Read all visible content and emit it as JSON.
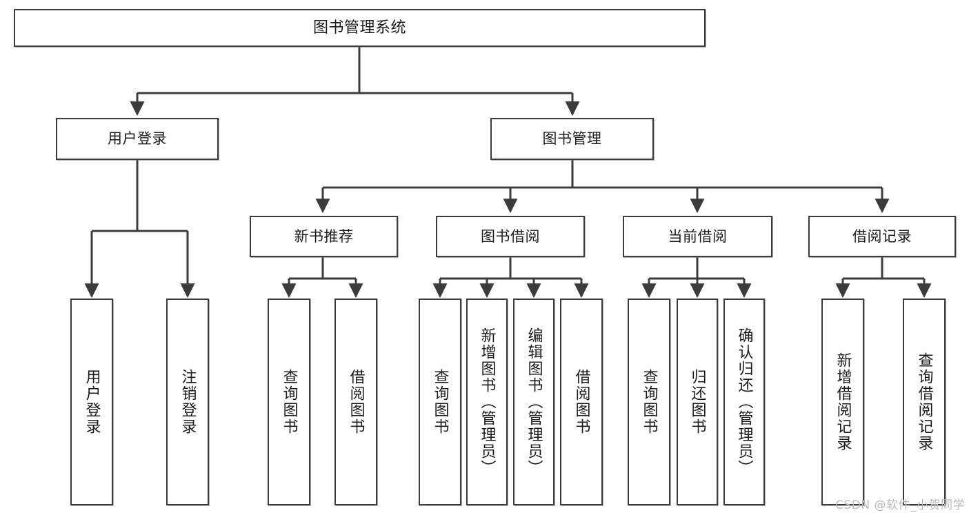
{
  "diagram": {
    "title": "图书管理系统",
    "type": "tree-hierarchy-chart",
    "watermark": "CSDN @软件_小贺同学",
    "stroke_color": "#3b3b3b",
    "fill_color": "#ffffff",
    "text_color": "#1c1c1c",
    "watermark_color": "#b9b9b9"
  },
  "nodes": {
    "root": {
      "label": "图书管理系统"
    },
    "level2": [
      {
        "id": "user-login",
        "label": "用户登录"
      },
      {
        "id": "book-manage",
        "label": "图书管理"
      }
    ],
    "level3": [
      {
        "id": "new-book-recommend",
        "label": "新书推荐"
      },
      {
        "id": "book-borrow",
        "label": "图书借阅"
      },
      {
        "id": "current-borrow",
        "label": "当前借阅"
      },
      {
        "id": "borrow-record",
        "label": "借阅记录"
      }
    ],
    "leaves": {
      "user-login": [
        {
          "id": "leaf-user-login",
          "label": "用户登录"
        },
        {
          "id": "leaf-logout-login",
          "label": "注销登录"
        }
      ],
      "new-book-recommend": [
        {
          "id": "leaf-query-book-1",
          "label": "查询图书"
        },
        {
          "id": "leaf-borrow-book-1",
          "label": "借阅图书"
        }
      ],
      "book-borrow": [
        {
          "id": "leaf-query-book-2",
          "label": "查询图书"
        },
        {
          "id": "leaf-add-book",
          "label": "新增图书（管理员）"
        },
        {
          "id": "leaf-edit-book",
          "label": "编辑图书（管理员）"
        },
        {
          "id": "leaf-borrow-book-2",
          "label": "借阅图书"
        }
      ],
      "current-borrow": [
        {
          "id": "leaf-query-book-3",
          "label": "查询图书"
        },
        {
          "id": "leaf-return-book",
          "label": "归还图书"
        },
        {
          "id": "leaf-confirm-return",
          "label": "确认归还（管理员）"
        }
      ],
      "borrow-record": [
        {
          "id": "leaf-add-record",
          "label": "新增借阅记录"
        },
        {
          "id": "leaf-query-record",
          "label": "查询借阅记录"
        }
      ]
    }
  },
  "edges": [
    {
      "from": "图书管理系统",
      "to": "用户登录"
    },
    {
      "from": "图书管理系统",
      "to": "图书管理"
    },
    {
      "from": "用户登录",
      "to": "用户登录"
    },
    {
      "from": "用户登录",
      "to": "注销登录"
    },
    {
      "from": "图书管理",
      "to": "新书推荐"
    },
    {
      "from": "图书管理",
      "to": "图书借阅"
    },
    {
      "from": "图书管理",
      "to": "当前借阅"
    },
    {
      "from": "图书管理",
      "to": "借阅记录"
    },
    {
      "from": "新书推荐",
      "to": "查询图书"
    },
    {
      "from": "新书推荐",
      "to": "借阅图书"
    },
    {
      "from": "图书借阅",
      "to": "查询图书"
    },
    {
      "from": "图书借阅",
      "to": "新增图书（管理员）"
    },
    {
      "from": "图书借阅",
      "to": "编辑图书（管理员）"
    },
    {
      "from": "图书借阅",
      "to": "借阅图书"
    },
    {
      "from": "当前借阅",
      "to": "查询图书"
    },
    {
      "from": "当前借阅",
      "to": "归还图书"
    },
    {
      "from": "当前借阅",
      "to": "确认归还（管理员）"
    },
    {
      "from": "借阅记录",
      "to": "新增借阅记录"
    },
    {
      "from": "借阅记录",
      "to": "查询借阅记录"
    }
  ]
}
